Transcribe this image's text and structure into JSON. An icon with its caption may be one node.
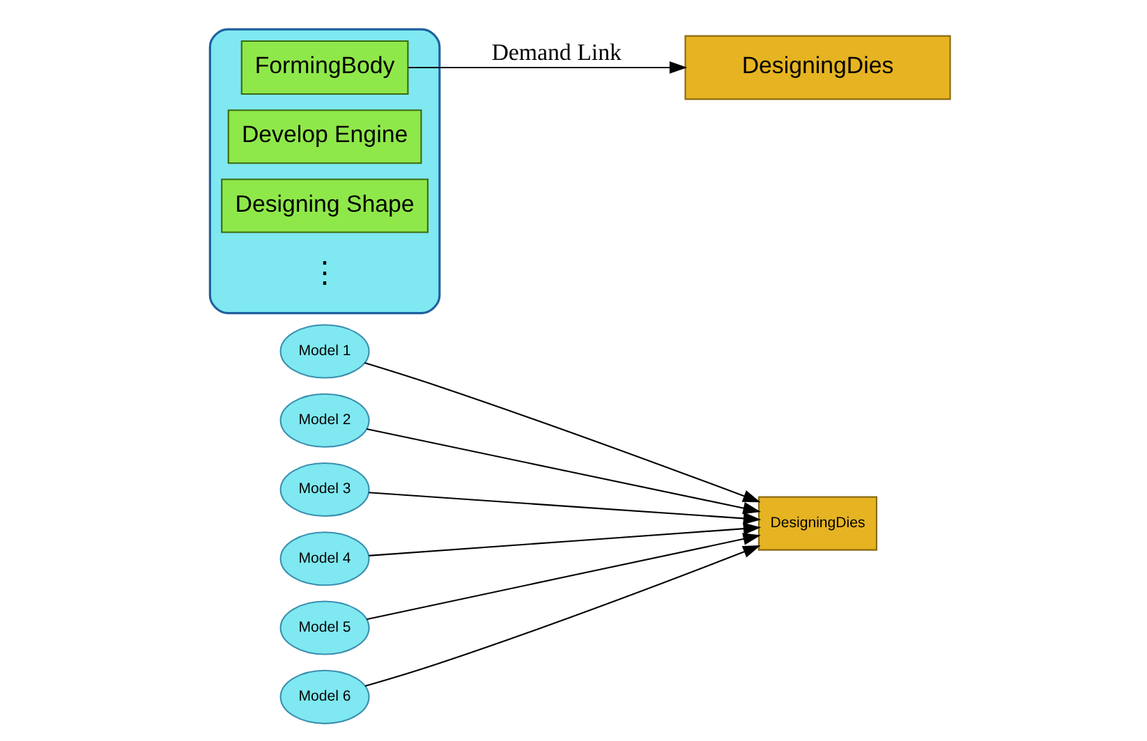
{
  "diagram": {
    "nodes": [
      {
        "text": [
          "Model 1"
        ]
      },
      {
        "text": [
          "Model 2"
        ]
      },
      {
        "text": [
          "Model 3"
        ]
      },
      {
        "text": [
          "Model 4"
        ]
      },
      {
        "text": [
          "Model 5"
        ]
      },
      {
        "text": [
          "Model 6"
        ]
      },
      {
        "text": [
          "DesigningDies"
        ]
      },
      {
        "text": [],
        "shape": "ellipse"
      },
      {
        "text": [
          "FormingBody"
        ],
        "in": 7
      },
      {
        "text": [
          "Develop Engine"
        ],
        "in": 7
      },
      {
        "text": [
          "Designing Shape"
        ],
        "in": 7
      },
      {
        "text": [
          "DesigningDies"
        ]
      }
    ],
    "edges": [
      {
        "from": 0,
        "to": 6,
        "arrow": "to"
      },
      {
        "from": 1,
        "to": 6,
        "arrow": "to"
      },
      {
        "from": 2,
        "to": 6,
        "arrow": "to"
      },
      {
        "from": 3,
        "to": 6,
        "arrow": "to"
      },
      {
        "from": 4,
        "to": 6,
        "arrow": "to"
      },
      {
        "from": 5,
        "to": 6,
        "arrow": "to"
      },
      {
        "from": 8,
        "to": 11,
        "arrow": "to",
        "label": "Demand Link"
      }
    ],
    "labels": [
      "⋮"
    ]
  }
}
